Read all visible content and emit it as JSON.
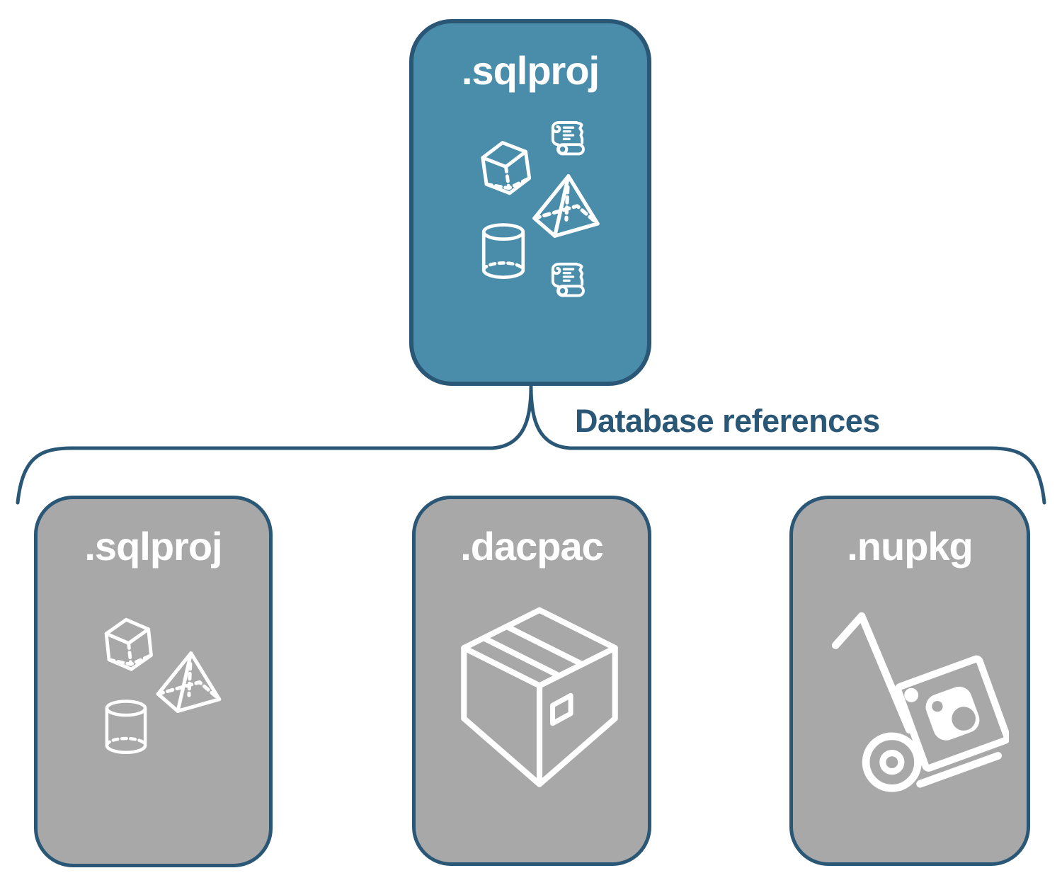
{
  "diagram": {
    "parent_node": {
      "label": ".sqlproj",
      "icons": [
        "scroll-icon",
        "cube-icon",
        "pyramid-icon",
        "cylinder-icon",
        "scroll-icon"
      ]
    },
    "connector": {
      "label": "Database references"
    },
    "child_nodes": [
      {
        "label": ".sqlproj",
        "icons": [
          "cube-icon",
          "pyramid-icon",
          "cylinder-icon"
        ]
      },
      {
        "label": ".dacpac",
        "icons": [
          "package-box-icon"
        ]
      },
      {
        "label": ".nupkg",
        "icons": [
          "hand-truck-icon"
        ]
      }
    ],
    "colors": {
      "parent_fill": "#4a8dab",
      "child_fill": "#a8a8a8",
      "border_and_connector": "#2b5777",
      "label_text": "#ffffff",
      "icon_stroke": "#ffffff",
      "background": "#ffffff"
    }
  }
}
